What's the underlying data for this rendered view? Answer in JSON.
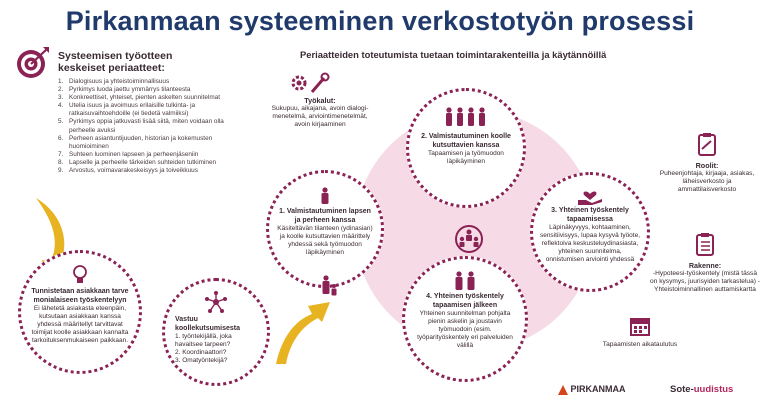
{
  "title": "Pirkanmaan systeeminen verkostotyön prosessi",
  "principles": {
    "title_line1": "Systeemisen työotteen",
    "title_line2": "keskeiset periaatteet:",
    "items": [
      {
        "n": "1.",
        "text": "Dialogisuus ja yhteistoiminnallisuus"
      },
      {
        "n": "2.",
        "text": "Pyrkimys luoda jaettu ymmärrys tilanteesta"
      },
      {
        "n": "3.",
        "text": "Konkreettiset, yhteiset, pienten askelten suunnitelmat"
      },
      {
        "n": "4.",
        "text": "Utelia isuus ja avoimuus erilaisille tulkinta- ja ratkaisuvaihtoehdoille (ei tiedetä valmiiksi)"
      },
      {
        "n": "5.",
        "text": "Pyrkimys oppia jatkuvasti lisää siitä, miten voidaan olla perheelle avuksi"
      },
      {
        "n": "6.",
        "text": "Perheen asiantuntijuuden, historian ja kokemusten huomioiminen"
      },
      {
        "n": "7.",
        "text": "Suhteen luominen lapseen ja perheenjäseniin"
      },
      {
        "n": "8.",
        "text": "Lapselle ja perheelle tärkeiden suhteiden tutkiminen"
      },
      {
        "n": "9.",
        "text": "Arvostus, voimavarakeskeisyys ja toiveikkuus"
      }
    ]
  },
  "subtitle": "Periaatteiden toteutumista tuetaan toimintarakenteilla ja käytännöillä",
  "tools": {
    "heading": "Työkalut:",
    "text": "Sukupuu, aikajana, avoin dialogi-menetelmä, arviointimenetelmät, avoin kirjaaminen"
  },
  "steps": {
    "s1": {
      "heading": "1. Valmistautuminen lapsen ja perheen kanssa",
      "text": "Käsiteltävän tilanteen (ydinasian) ja koolle kutsuttavien määrittely yhdessä sekä työmuodon läpikäyminen"
    },
    "s2": {
      "heading": "2. Valmistautuminen koolle kutsuttavien kanssa",
      "text": "Tapaamisen ja työmuodon läpikäyminen"
    },
    "s3": {
      "heading": "3. Yhteinen työskentely tapaamisessa",
      "text": "Läpinäkyvyys, kohtaaminen, sensitiivisyys, lupaa kysyvä työote, reflektoiva keskusteluydinasiasta, yhteinen suunnitelma, onnistumisen arviointi yhdessä"
    },
    "s4": {
      "heading": "4. Yhteinen työskentely tapaamisen jälkeen",
      "text": "Yhteinen suunnitelman pohjalta pienin askelin ja joustavin työmuodoin (esim. työparityöskentely eri palveluiden välillä"
    },
    "coordinator": {
      "heading": "Vastuu koollekutsumisesta",
      "items": [
        "1. työntekijällä, joka havaitsee tarpeen?",
        "2. Koordinaattori?",
        "3. Omatyöntekijä?"
      ]
    },
    "identify": {
      "heading": "Tunnistetaan asiakkaan tarve monialaiseen työskentelyyn",
      "text": "Ei lähetetä asiakasta eteenpäin, kutsutaan asiakkaan kanssa yhdessä määritellyt tarvittavat toimijat koolle asiakkaan kannalta tarkoituksenmukaiseen paikkaan."
    }
  },
  "roles": {
    "heading": "Roolit:",
    "text": "Puheenjohtaja, kirjaaja, asiakas, läheisverkosto ja ammattilaisverkosto"
  },
  "structure": {
    "heading": "Rakenne:",
    "text": "-Hypoteesi-työskentely (mistä tässä on kysymys, juurisyiden tarkastelua) -Yhteistoiminnallinen auttamiskartta"
  },
  "calendar": {
    "text": "Tapaamisten aikataulutus"
  },
  "logos": {
    "pirkanmaa": "PIRKANMAA",
    "sote_a": "Sote-",
    "sote_b": "uudistus"
  },
  "colors": {
    "accent": "#8a2254",
    "title": "#1f3a6b",
    "pink": "#f6dbe6",
    "arrow": "#e8b321"
  }
}
